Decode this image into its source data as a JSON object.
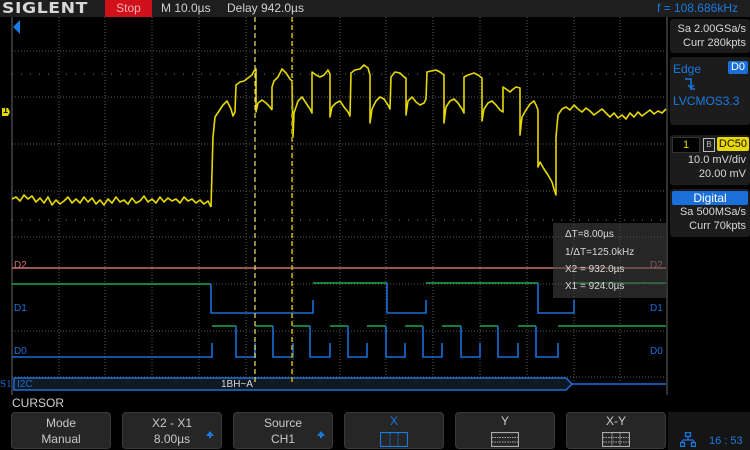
{
  "topbar": {
    "brand": "SIGLENT",
    "run_state": "Stop",
    "timebase": "M 10.0µs",
    "delay": "Delay 942.0µs",
    "frequency": "f = 108.686kHz"
  },
  "right_panel": {
    "acquisition": {
      "sample_rate": "Sa 2.00GSa/s",
      "memory": "Curr 280kpts"
    },
    "trigger": {
      "type": "Edge",
      "source": "D0",
      "slope_icon": "falling-edge-icon",
      "standard": "LVCMOS3.3"
    },
    "channel": {
      "number": "1",
      "bw_icon": "B",
      "coupling": "DC50",
      "scale": "10.0 mV/div",
      "offset": "20.00 mV"
    },
    "digital": {
      "label": "Digital",
      "sample_rate": "Sa 500MSa/s",
      "memory": "Curr 70kpts"
    }
  },
  "cursor_readout": {
    "delta_t": "ΔT=8.00µs",
    "inv_delta_t": "1/ΔT=125.0kHz",
    "x2": "X2 = 932.0µs",
    "x1": "X1 = 924.0µs"
  },
  "waveform_labels": {
    "ch1_marker": "1",
    "d2_left": "D2",
    "d2_right": "D2",
    "d1_left": "D1",
    "d1_right": "D1",
    "d0_left": "D0",
    "d0_right": "D0",
    "s1": "S1",
    "bus_protocol": "I2C",
    "bus_decode": "1BH~A"
  },
  "menu": {
    "title": "CURSOR",
    "softkeys": [
      {
        "line1": "Mode",
        "line2": "Manual",
        "has_arrow": false
      },
      {
        "line1": "X2 - X1",
        "line2": "8.00µs",
        "has_arrow": true
      },
      {
        "line1": "Source",
        "line2": "CH1",
        "has_arrow": true
      },
      {
        "line1": "X",
        "icon": "x-cursor-icon",
        "selected": true
      },
      {
        "line1": "Y",
        "icon": "y-cursor-icon",
        "selected": false
      },
      {
        "line1": "X-Y",
        "icon": "xy-cursor-icon",
        "selected": false
      }
    ]
  },
  "status": {
    "network_icon": "network-icon",
    "time": "16 : 53"
  },
  "colors": {
    "ch1": "#e6d800",
    "digital_high": "#1fa84a",
    "digital_low": "#1a6fd8",
    "d2": "#c87070",
    "accent": "#1a7ae0",
    "stop": "#d0101a"
  }
}
